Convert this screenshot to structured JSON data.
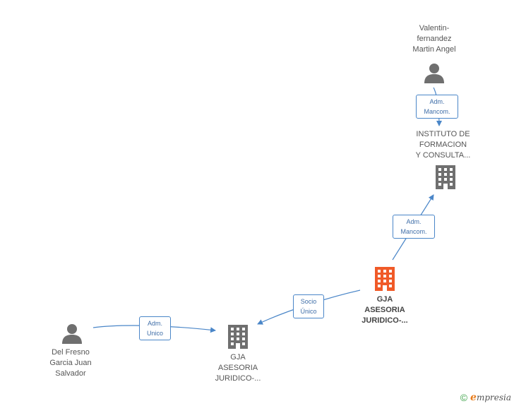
{
  "nodes": {
    "valentin": {
      "label": "Valentin-\nfernandez\nMartin Angel",
      "type": "person-icon",
      "color": "#6f6f6f"
    },
    "instituto": {
      "label": "INSTITUTO DE\nFORMACION\nY CONSULTA...",
      "type": "building-icon",
      "color": "#6f6f6f"
    },
    "gja_main": {
      "label": "GJA\nASESORIA\nJURIDICO-...",
      "type": "building-icon",
      "color": "#f05a28"
    },
    "gja_sub": {
      "label": "GJA\nASESORIA\nJURIDICO-...",
      "type": "building-icon",
      "color": "#6f6f6f"
    },
    "delfresno": {
      "label": "Del Fresno\nGarcia Juan\nSalvador",
      "type": "person-icon",
      "color": "#6f6f6f"
    }
  },
  "edges": {
    "valentin_instituto": "Adm.\nMancom.",
    "gja_instituto": "Adm.\nMancom.",
    "gja_gjasub": "Socio\nÚnico",
    "delfresno_gjasub": "Adm.\nUnico"
  },
  "colors": {
    "edge": "#4a86c8"
  },
  "brand": {
    "symbol": "©",
    "initial": "e",
    "name": "mpresia"
  }
}
